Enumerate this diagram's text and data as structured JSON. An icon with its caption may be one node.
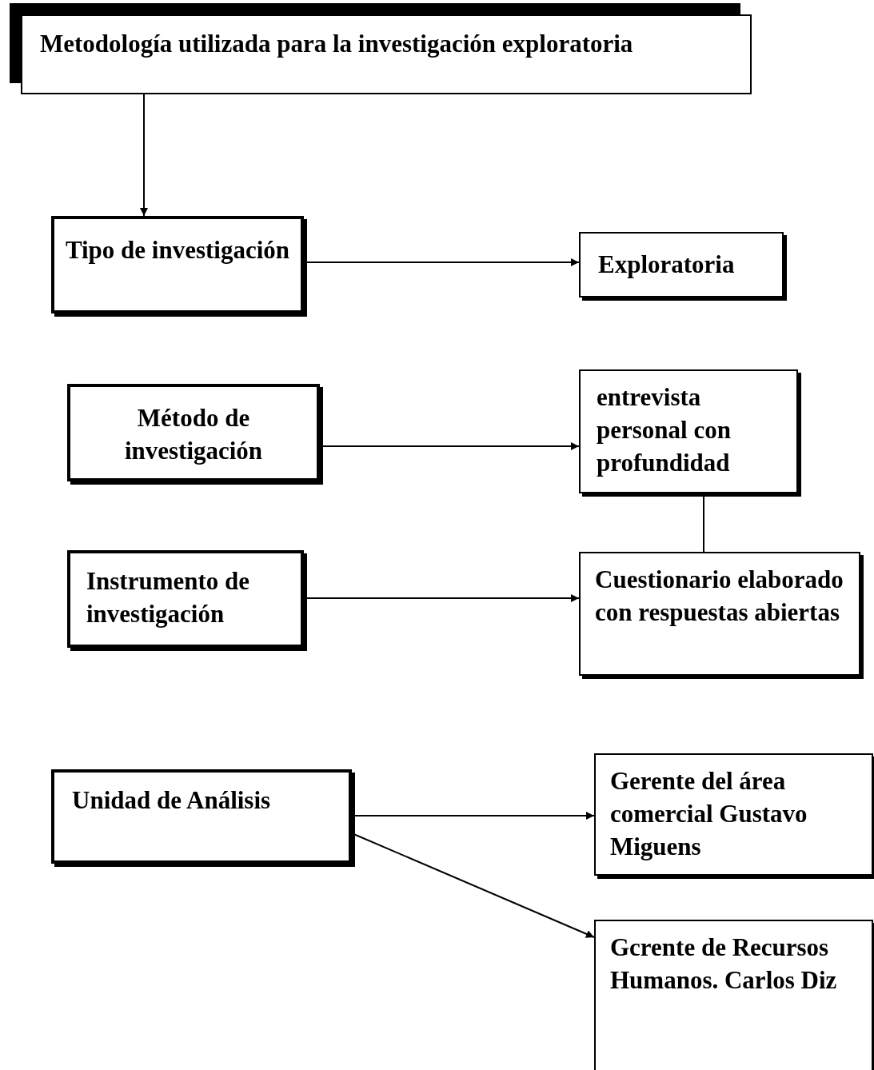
{
  "diagram": {
    "nodes": [
      {
        "text": [
          "Metodología utilizada para la investigación exploratoria"
        ]
      },
      {
        "text": [
          "Tipo de investigación"
        ]
      },
      {
        "text": [
          "Exploratoria"
        ]
      },
      {
        "text": [
          "Método de investigación"
        ]
      },
      {
        "text": [
          "entrevista personal con profundidad"
        ]
      },
      {
        "text": [
          "Instrumento de investigación"
        ]
      },
      {
        "text": [
          "Cuestionario elaborado con respuestas abiertas"
        ]
      },
      {
        "text": [
          "Unidad de Análisis"
        ]
      },
      {
        "text": [
          "Gerente del área comercial Gustavo Miguens"
        ]
      },
      {
        "text": [
          "Gcrente de Recursos Humanos. Carlos Diz"
        ]
      }
    ],
    "edges": [
      {
        "from": 0,
        "to": 1,
        "arrow": "to"
      },
      {
        "from": 1,
        "to": 2,
        "arrow": "to"
      },
      {
        "from": 3,
        "to": 4,
        "arrow": "to"
      },
      {
        "from": 5,
        "to": 6,
        "arrow": "to"
      },
      {
        "from": 4,
        "to": 6,
        "arrow": "none"
      },
      {
        "from": 7,
        "to": 8,
        "arrow": "to"
      },
      {
        "from": 7,
        "to": 9,
        "arrow": "to"
      }
    ]
  }
}
